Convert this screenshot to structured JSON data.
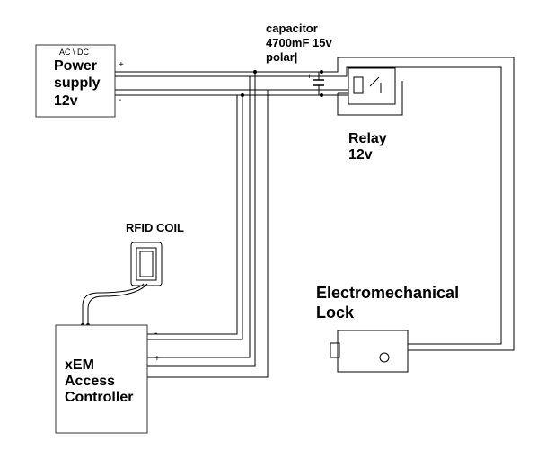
{
  "power_supply": {
    "ac_dc": "AC \\ DC",
    "line1": "Power",
    "line2": "supply",
    "line3": "12v",
    "plus": "+",
    "minus": "-"
  },
  "capacitor": {
    "line1": "capacitor",
    "line2": "4700mF 15v",
    "line3": "polar|",
    "plus": "+"
  },
  "relay": {
    "line1": "Relay",
    "line2": "12v"
  },
  "rfid": {
    "label": "RFID COIL"
  },
  "lock": {
    "line1": "Electromechanical",
    "line2": "Lock"
  },
  "controller": {
    "line1": "xEM",
    "line2": "Access",
    "line3": "Controller",
    "minus": "-",
    "plus": "+"
  },
  "colors": {
    "line": "#000000",
    "box_border": "#333333",
    "wire_fill": "#ffffff"
  }
}
